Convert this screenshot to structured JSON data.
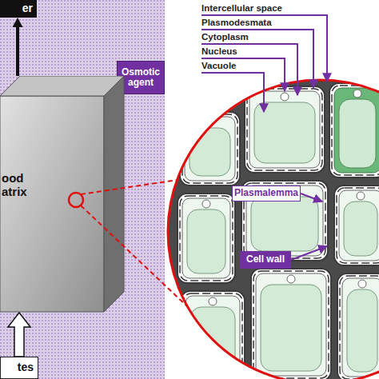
{
  "diagram": {
    "nodes": [
      {
        "text": [
          "er"
        ]
      },
      {
        "text": [
          "Osmotic agent"
        ]
      },
      {
        "text": [
          "ood atrix"
        ]
      },
      {
        "text": [
          "tes"
        ]
      },
      {
        "text": [
          "Plasmalemma"
        ]
      },
      {
        "text": [
          "Cell wall"
        ]
      }
    ],
    "edges": [
      {
        "from": 2,
        "to": 0,
        "arrow": "to"
      },
      {
        "from": 3,
        "to": 2,
        "arrow": "to"
      }
    ],
    "labels": [
      "Intercellular space",
      "Plasmodesmata",
      "Cytoplasm",
      "Nucleus",
      "Vacuole"
    ]
  }
}
